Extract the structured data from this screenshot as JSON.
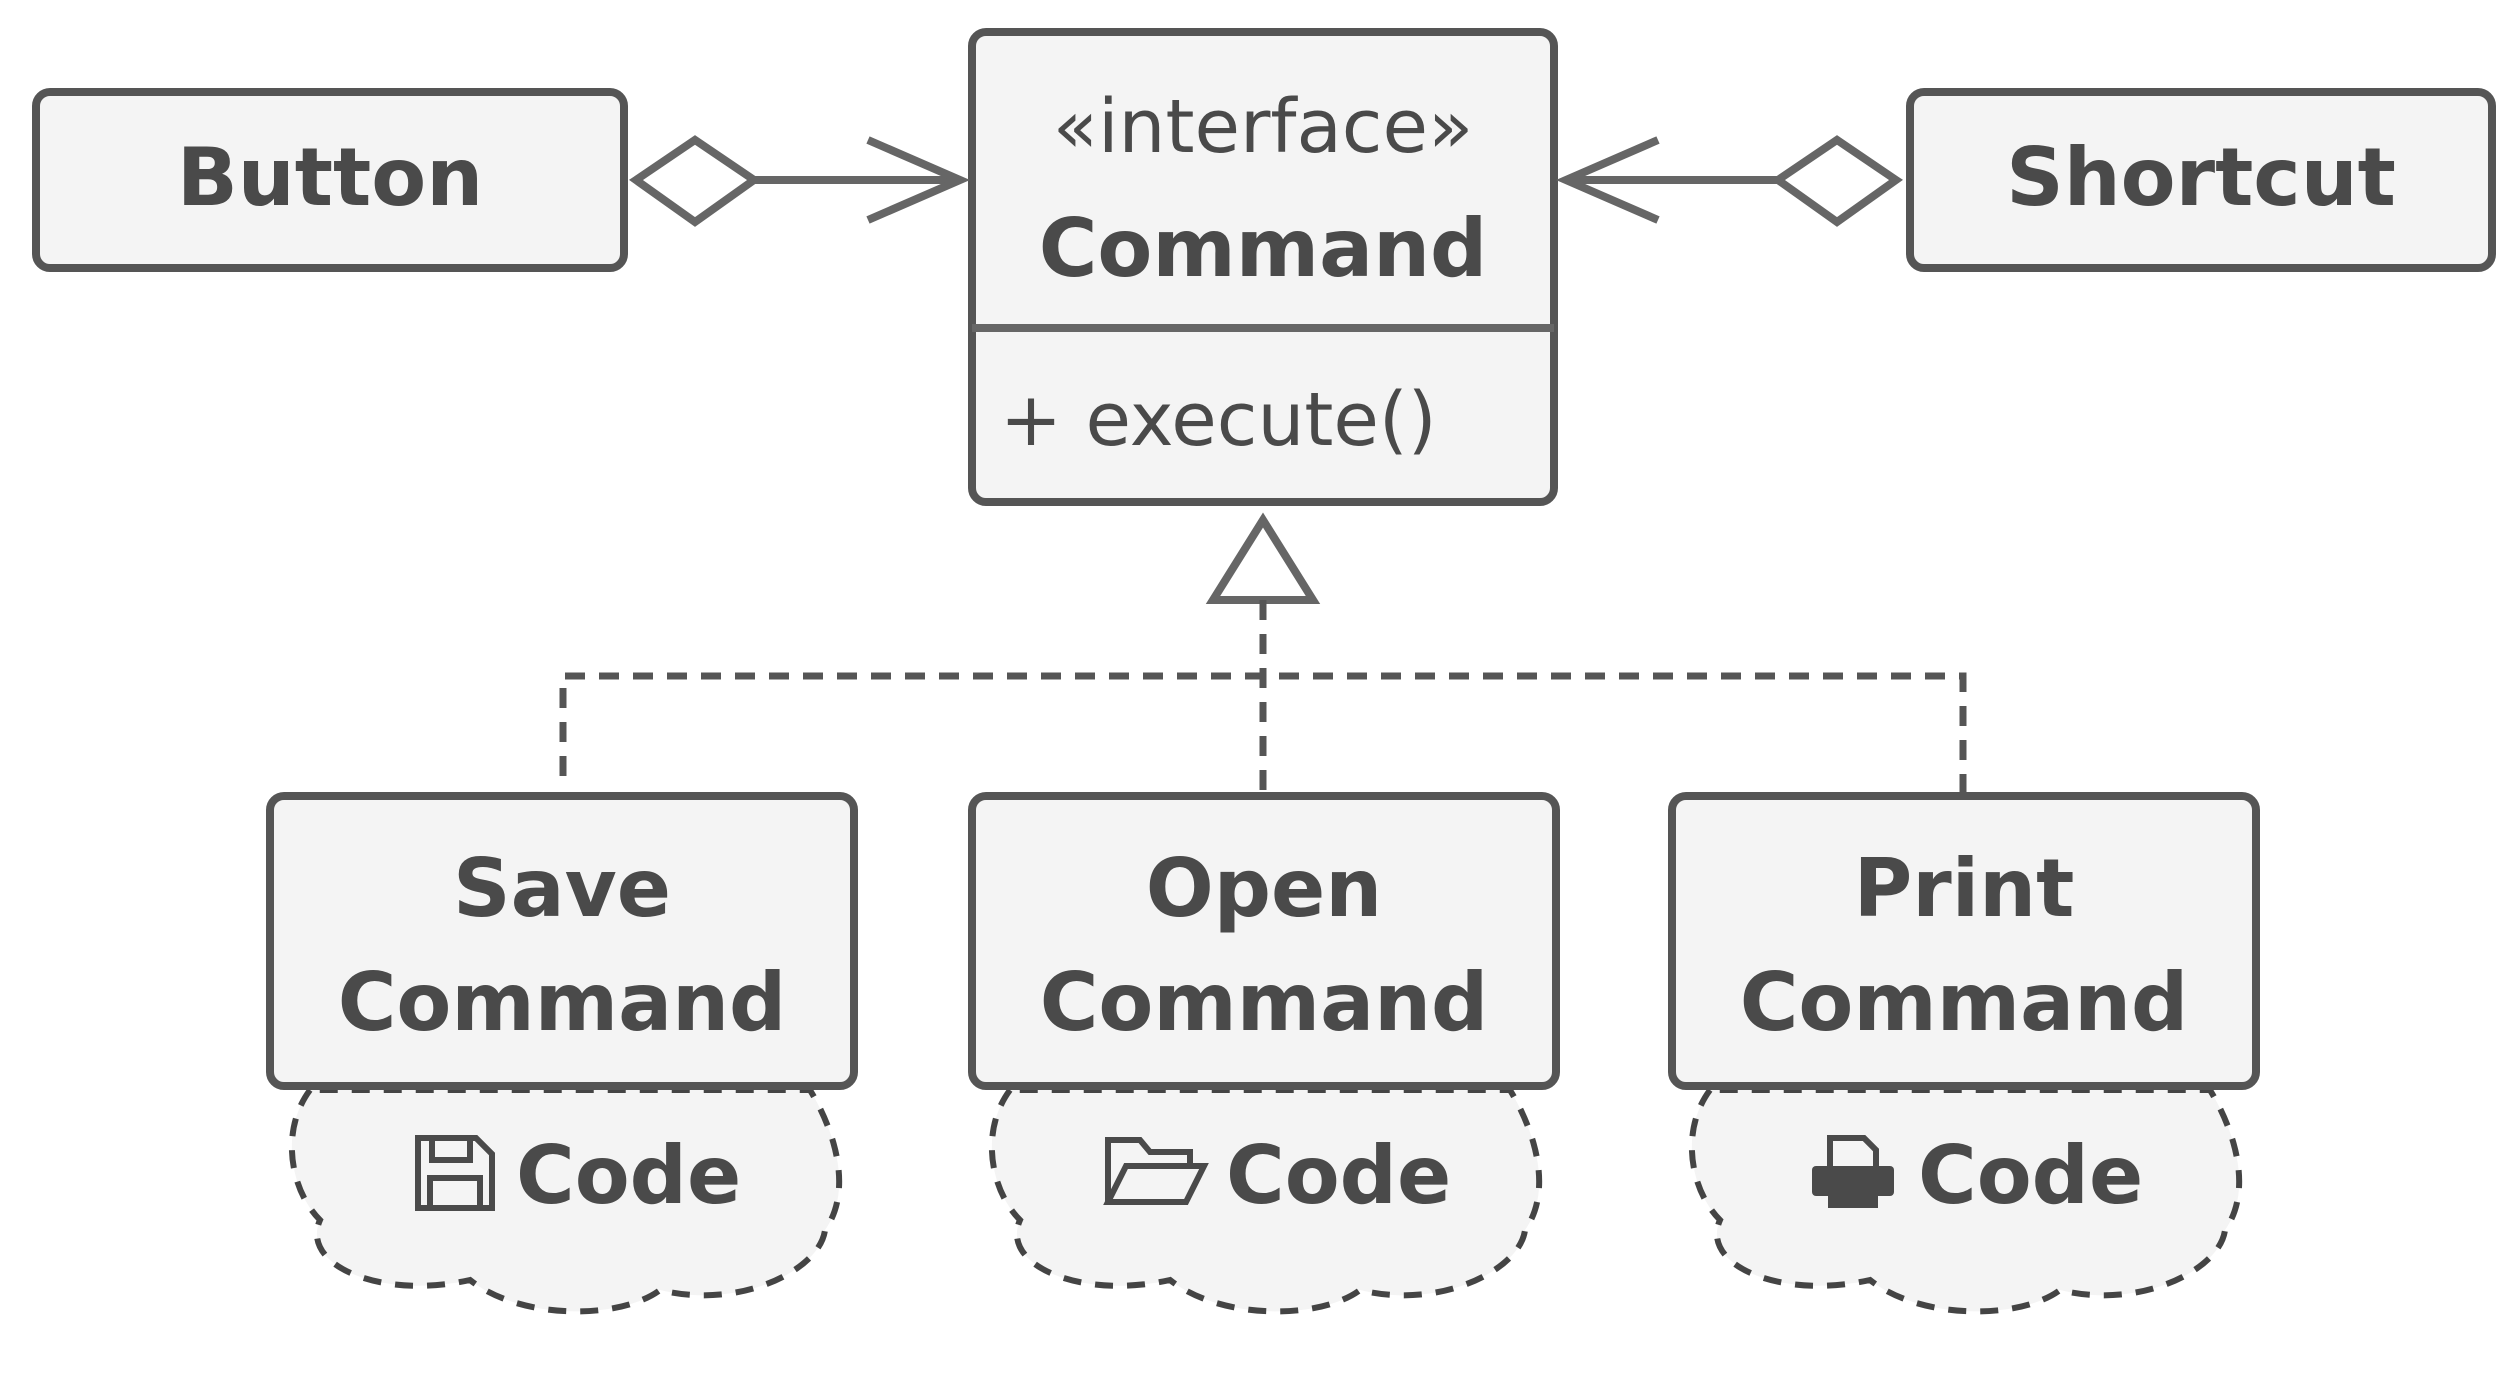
{
  "diagram": {
    "button": {
      "label": "Button"
    },
    "shortcut": {
      "label": "Shortcut"
    },
    "command": {
      "stereotype": "«interface»",
      "name": "Command",
      "method": "+ execute()"
    },
    "concrete": [
      {
        "line1": "Save",
        "line2": "Command",
        "code_label": "Code",
        "icon": "floppy-disk-icon"
      },
      {
        "line1": "Open",
        "line2": "Command",
        "code_label": "Code",
        "icon": "folder-open-icon"
      },
      {
        "line1": "Print",
        "line2": "Command",
        "code_label": "Code",
        "icon": "printer-icon"
      }
    ],
    "colors": {
      "box_fill": "#f4f4f4",
      "stroke": "#555555",
      "text": "#4a4a4a"
    }
  }
}
